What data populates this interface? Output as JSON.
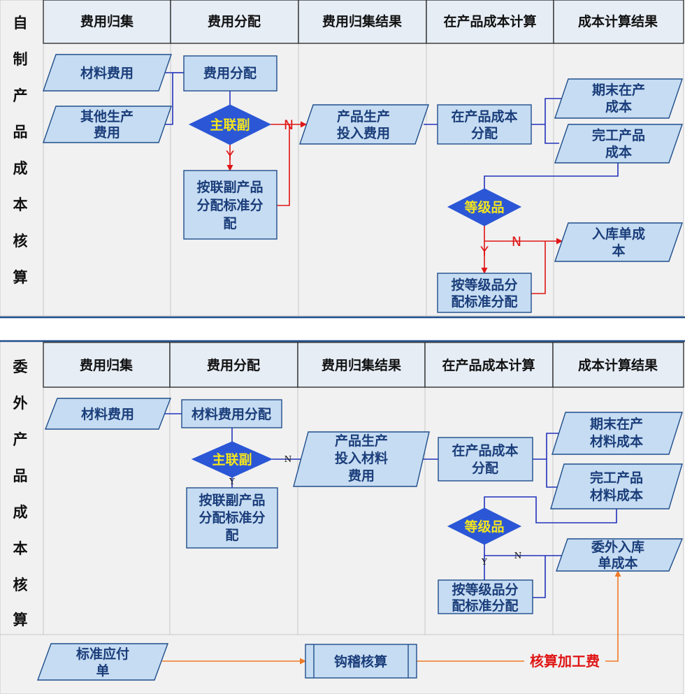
{
  "panel1": {
    "side_label": [
      "自",
      "制",
      "产",
      "品",
      "成",
      "本",
      "核",
      "算"
    ],
    "columns": [
      "费用归集",
      "费用分配",
      "费用归集结果",
      "在产品成本计算",
      "成本计算结果"
    ],
    "nodes": {
      "material_cost": "材料费用",
      "other_cost": [
        "其他生产",
        "费用"
      ],
      "cost_allocation": "费用分配",
      "joint_by_decision": "主联副",
      "joint_by_alloc": [
        "按联副产品",
        "分配标准分",
        "配"
      ],
      "prod_input_cost": [
        "产品生产",
        "投入费用"
      ],
      "wip_cost_alloc": [
        "在产品成本",
        "分配"
      ],
      "ending_wip_cost": [
        "期末在产",
        "成本"
      ],
      "finished_cost": [
        "完工产品",
        "成本"
      ],
      "grade_decision": "等级品",
      "warehouse_unit_cost": [
        "入库单成",
        "本"
      ],
      "grade_alloc": [
        "按等级品分",
        "配标准分配"
      ]
    },
    "flags": {
      "n1": "N",
      "y1": "Y",
      "n2": "N",
      "y2": "Y"
    }
  },
  "panel2": {
    "side_label": [
      "委",
      "外",
      "产",
      "品",
      "成",
      "本",
      "核",
      "算"
    ],
    "columns": [
      "费用归集",
      "费用分配",
      "费用归集结果",
      "在产品成本计算",
      "成本计算结果"
    ],
    "nodes": {
      "material_cost": "材料费用",
      "material_alloc": "材料费用分配",
      "joint_by_decision": "主联副",
      "joint_by_alloc": [
        "按联副产品",
        "分配标准分",
        "配"
      ],
      "prod_input_material": [
        "产品生产",
        "投入材料",
        "费用"
      ],
      "wip_cost_alloc": [
        "在产品成本",
        "分配"
      ],
      "ending_wip_material": [
        "期末在产",
        "材料成本"
      ],
      "finished_material": [
        "完工产品",
        "材料成本"
      ],
      "grade_decision": "等级品",
      "outsourced_unit_cost": [
        "委外入库",
        "单成本"
      ],
      "grade_alloc": [
        "按等级品分",
        "配标准分配"
      ],
      "standard_payable": [
        "标准应付",
        "单"
      ],
      "reconciliation": "钩稽核算",
      "processing_fee_note": "核算加工费"
    },
    "flags": {
      "n1": "N",
      "y1": "Y",
      "n2": "N",
      "y2": "Y"
    }
  },
  "colors": {
    "node_fill": "#c6dcf2",
    "node_stroke": "#1f4e8c",
    "decision_fill": "#2b57d6",
    "decision_text": "#f5e61c",
    "flow_blue": "#2233bb",
    "flow_red": "#e01515",
    "flow_orange": "#ef7a25"
  }
}
